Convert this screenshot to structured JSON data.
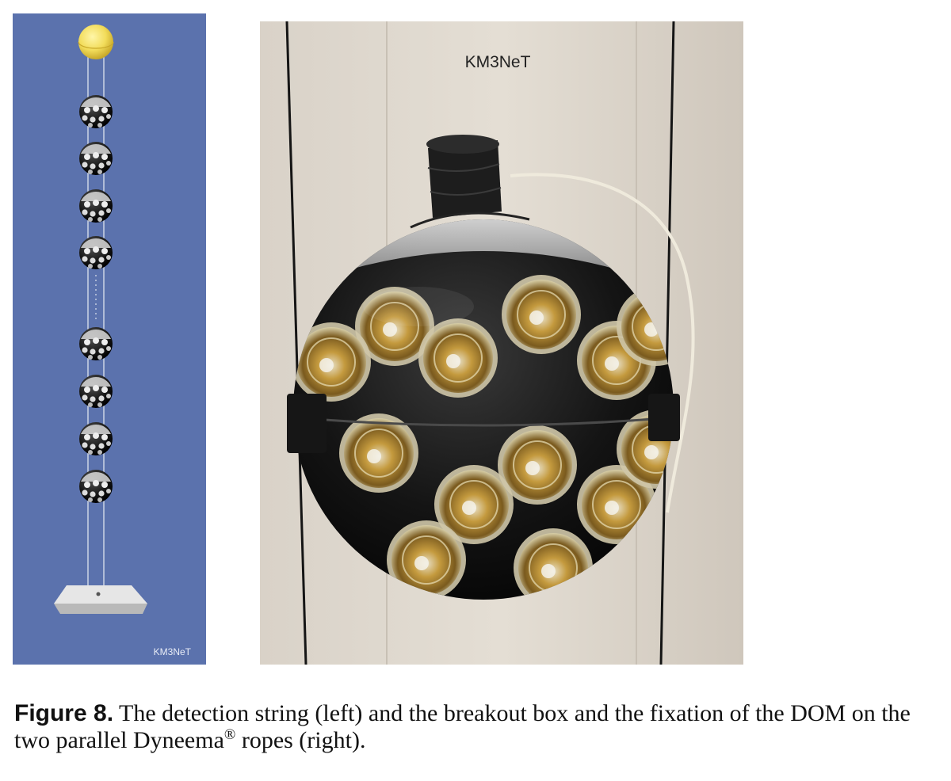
{
  "figure": {
    "left_panel": {
      "watermark": "KM3NeT",
      "dom_count_upper": 4,
      "dom_count_lower": 4
    },
    "right_panel": {
      "watermark": "KM3NeT"
    },
    "caption": {
      "label": "Figure 8.",
      "text_before": "The detection string (left) and the breakout box and the fixation of the DOM on the two parallel Dyneema",
      "superscript": "®",
      "text_after": "ropes (right)."
    }
  },
  "colors": {
    "left_background": "#5b72ad",
    "buoy": "#f2dc5a",
    "photo_wall": "#d4cdc3",
    "sphere": "#141414",
    "pmt": "#c49a3e"
  }
}
